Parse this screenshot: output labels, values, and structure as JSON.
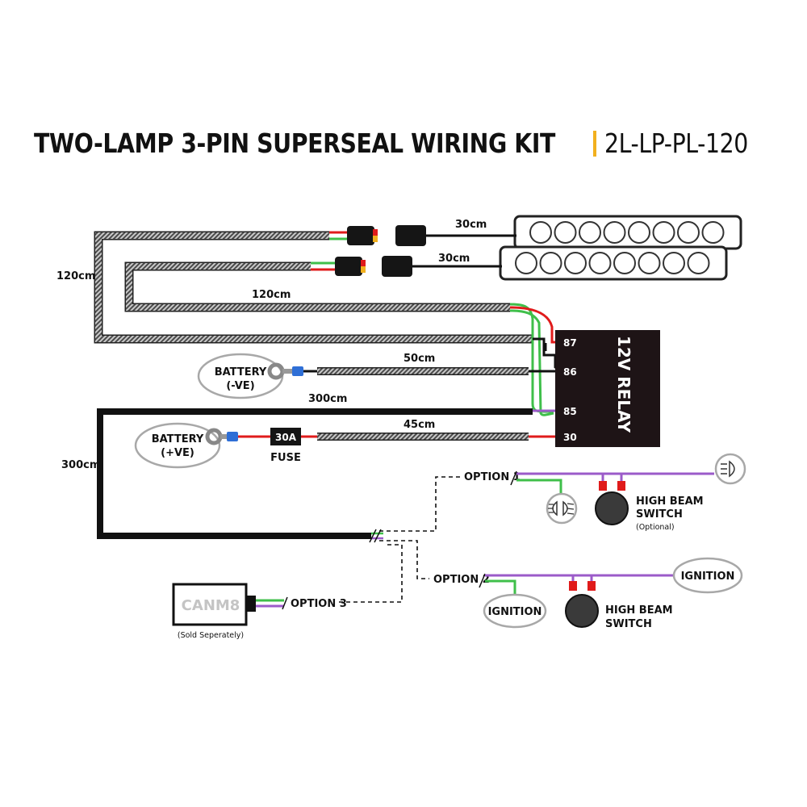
{
  "title": {
    "main": "TWO-LAMP 3-PIN SUPERSEAL WIRING KIT",
    "code": "2L-LP-PL-120"
  },
  "lengths": {
    "lamp1": "30cm",
    "lamp2": "30cm",
    "outer_left": "120cm",
    "inner": "120cm",
    "battery_neg": "50cm",
    "mid": "300cm",
    "left_300": "300cm",
    "battery_pos": "45cm"
  },
  "relay": {
    "label": "12V RELAY",
    "pins": [
      "87",
      "86",
      "85",
      "30"
    ]
  },
  "battery_neg": {
    "line1": "BATTERY",
    "line2": "(-VE)"
  },
  "battery_pos": {
    "line1": "BATTERY",
    "line2": "(+VE)"
  },
  "fuse": {
    "rating": "30A",
    "label": "FUSE"
  },
  "option1": {
    "label": "OPTION 1",
    "switch_line1": "HIGH BEAM",
    "switch_line2": "SWITCH",
    "note": "(Optional)"
  },
  "option2": {
    "label": "OPTION 2",
    "ignition_left": "IGNITION",
    "ignition_right": "IGNITION",
    "switch_line1": "HIGH BEAM",
    "switch_line2": "SWITCH"
  },
  "option3": {
    "label": "OPTION 3",
    "device": "CANM8",
    "note": "(Sold Seperately)"
  },
  "colors": {
    "wire_black": "#111111",
    "wire_red": "#e01b1b",
    "wire_green": "#3fbf4a",
    "wire_purple": "#9b5bc9",
    "wire_blue": "#2f6fd6",
    "accent": "#f2b01e",
    "relay": "#1e1416",
    "ellipse_stroke": "#a8a8a8"
  },
  "icons": [
    "high-beam-icon",
    "low-beam-icon",
    "push-switch-icon",
    "ring-terminal-icon"
  ]
}
